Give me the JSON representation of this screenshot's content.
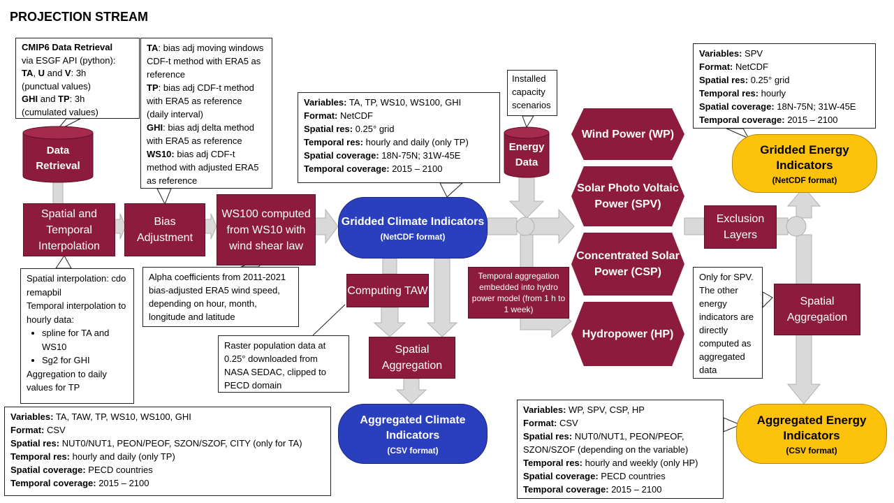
{
  "title": "PROJECTION STREAM",
  "colors": {
    "box": "#8d1b3d",
    "blue": "#2a3fbd",
    "yellow": "#fdc20a",
    "arrow": "#d9d9d9"
  },
  "notes": {
    "cmip6": {
      "bold1": "CMIP6 Data Retrieval",
      "t1": "via ESGF API (python):",
      "b_ta": "TA",
      "t_comma": ", ",
      "b_u": "U",
      "t_and": " and ",
      "b_v": "V",
      "t_3h1": ": 3h",
      "t_punctual": "(punctual values)",
      "b_ghi": "GHI",
      "t_and2": " and ",
      "b_tp": "TP",
      "t_3h2": ": 3h",
      "t_cumulated": "(cumulated values)"
    },
    "bias": {
      "b_ta": "TA",
      "t_ta": ": bias adj moving windows CDF-t method with ERA5 as reference",
      "b_tp": "TP",
      "t_tp": ": bias adj CDF-t method with ERA5 as reference (daily interval)",
      "b_ghi": "GHI",
      "t_ghi": ": bias adj delta method with ERA5 as reference",
      "b_ws10": "WS10:",
      "t_ws10": " bias adj CDF-t method with adjusted ERA5 as reference"
    },
    "gridded_climate": {
      "l1_b": "Variables:",
      "l1": " TA, TP, WS10, WS100, GHI",
      "l2_b": "Format:",
      "l2": " NetCDF",
      "l3_b": "Spatial res:",
      "l3": " 0.25° grid",
      "l4_b": "Temporal res:",
      "l4": " hourly and daily (only TP)",
      "l5_b": "Spatial coverage:",
      "l5": " 18N-75N; 31W-45E",
      "l6_b": "Temporal coverage:",
      "l6": " 2015 – 2100"
    },
    "installed": "Installed capacity scenarios",
    "gridded_energy": {
      "l1_b": "Variables:",
      "l1": " SPV",
      "l2_b": "Format:",
      "l2": " NetCDF",
      "l3_b": "Spatial res:",
      "l3": " 0.25° grid",
      "l4_b": "Temporal res:",
      "l4": " hourly",
      "l5_b": "Spatial coverage:",
      "l5": " 18N-75N; 31W-45E",
      "l6_b": "Temporal coverage:",
      "l6": " 2015 – 2100"
    },
    "interp": {
      "l1": "Spatial interpolation: cdo remapbil",
      "l2": "Temporal interpolation to hourly data:",
      "li1": "spline for TA and WS10",
      "li2": "Sg2 for GHI",
      "l3": "Aggregation to daily values for TP"
    },
    "alpha": "Alpha coefficients from 2011-2021 bias-adjusted ERA5 wind speed, depending on hour, month, longitude and latitude",
    "raster": "Raster population data at 0.25° downloaded from NASA SEDAC, clipped to PECD domain",
    "temporal_agg": "Temporal aggregation embedded into hydro power model (from 1 h to 1 week)",
    "only_spv": "Only for SPV. The other energy indicators are directly computed as aggregated data",
    "agg_climate": {
      "l1_b": "Variables:",
      "l1": " TA, TAW, TP, WS10, WS100, GHI",
      "l2_b": "Format:",
      "l2": " CSV",
      "l3_b": "Spatial res:",
      "l3": " NUT0/NUT1, PEON/PEOF, SZON/SZOF, CITY (only for TA)",
      "l4_b": "Temporal res:",
      "l4": " hourly and daily (only TP)",
      "l5_b": "Spatial coverage:",
      "l5": " PECD countries",
      "l6_b": "Temporal coverage:",
      "l6": " 2015 – 2100"
    },
    "agg_energy": {
      "l1_b": "Variables:",
      "l1": " WP, SPV, CSP, HP",
      "l2_b": "Format:",
      "l2": " CSV",
      "l3_b": "Spatial res:",
      "l3": " NUT0/NUT1, PEON/PEOF, SZON/SZOF (depending on the variable)",
      "l4_b": "Temporal res:",
      "l4": " hourly and weekly (only HP)",
      "l5_b": "Spatial coverage:",
      "l5": " PECD countries",
      "l6_b": "Temporal coverage:",
      "l6": " 2015 – 2100"
    }
  },
  "nodes": {
    "data_retrieval": "Data Retrieval",
    "energy_data": "Energy Data",
    "spatial_temporal": "Spatial and Temporal Interpolation",
    "bias_adjustment": "Bias Adjustment",
    "ws100": "WS100 computed from WS10 with wind shear law",
    "computing_taw": "Computing TAW",
    "spatial_agg_1": "Spatial Aggregation",
    "exclusion_layers": "Exclusion Layers",
    "spatial_agg_2": "Spatial Aggregation",
    "wind_power": "Wind Power (WP)",
    "solar_pv": "Solar Photo Voltaic Power (SPV)",
    "csp": "Concentrated Solar Power (CSP)",
    "hydropower": "Hydropower (HP)",
    "gridded_climate": {
      "title": "Gridded Climate Indicators",
      "sub": "(NetCDF format)"
    },
    "aggregated_climate": {
      "title": "Aggregated Climate Indicators",
      "sub": "(CSV format)"
    },
    "gridded_energy": {
      "title": "Gridded Energy Indicators",
      "sub": "(NetCDF format)"
    },
    "aggregated_energy": {
      "title": "Aggregated Energy Indicators",
      "sub": "(CSV format)"
    }
  }
}
